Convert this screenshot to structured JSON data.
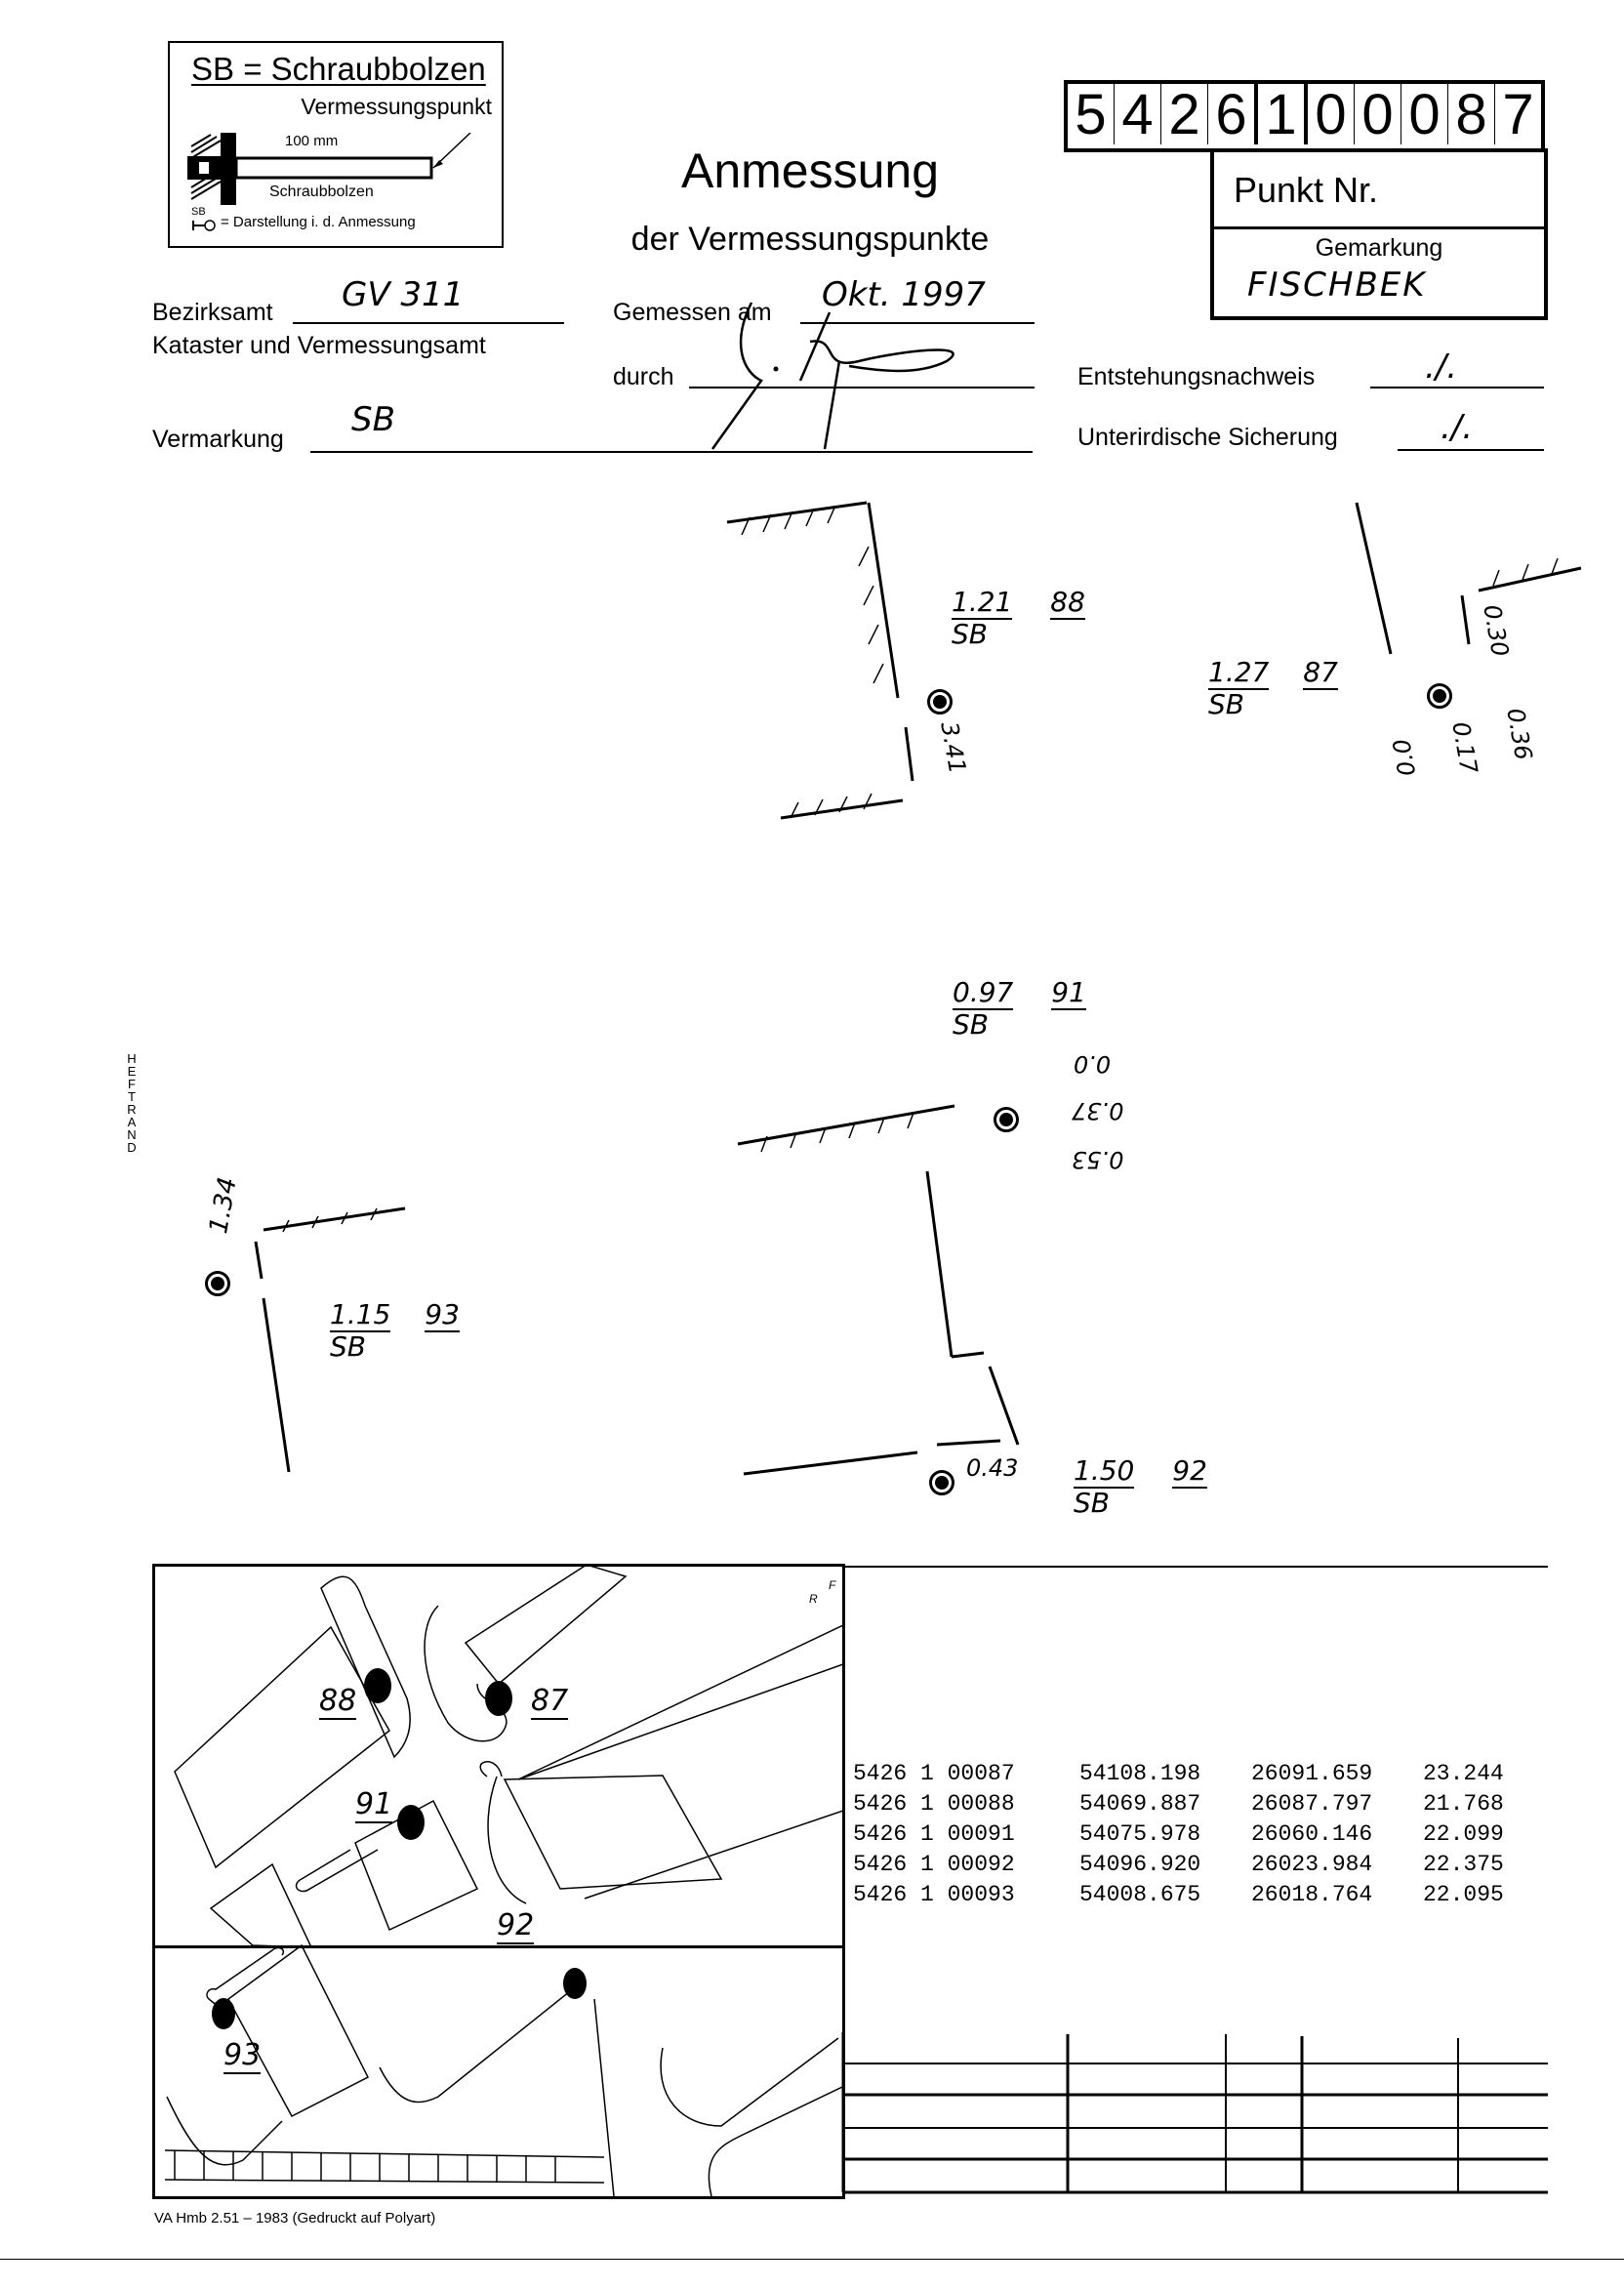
{
  "legend": {
    "title": "SB = Schraubbolzen",
    "subtitle": "Vermessungspunkt",
    "dimension": "100 mm",
    "bolt_label": "Schraubbolzen",
    "symbol_abbr": "SB",
    "symbol_meaning": "= Darstellung i. d. Anmessung"
  },
  "header": {
    "title": "Anmessung",
    "subtitle": "der Vermessungspunkte",
    "punkt_digits": [
      "5",
      "4",
      "2",
      "6",
      "1",
      "0",
      "0",
      "0",
      "8",
      "7"
    ],
    "punkt_label": "Punkt Nr.",
    "gemarkung_label": "Gemarkung",
    "gemarkung_value": "FISCHBEK"
  },
  "fields": {
    "bezirksamt_label": "Bezirksamt",
    "bezirksamt_value": "GV 311",
    "kataster_label": "Kataster und Vermessungsamt",
    "gemessen_label": "Gemessen am",
    "gemessen_value": "Okt. 1997",
    "durch_label": "durch",
    "durch_value": "(signature)",
    "vermarkung_label": "Vermarkung",
    "vermarkung_value": "SB",
    "entstehung_label": "Entstehungsnachweis",
    "entstehung_value": "./.",
    "sicherung_label": "Unterirdische Sicherung",
    "sicherung_value": "./."
  },
  "sketches": [
    {
      "point": "88",
      "height": "1.21",
      "type": "SB",
      "distances": [
        "3.41"
      ]
    },
    {
      "point": "87",
      "height": "1.27",
      "type": "SB",
      "distances": [
        "0.30",
        "0.0",
        "0.17",
        "0.36"
      ]
    },
    {
      "point": "91",
      "height": "0.97",
      "type": "SB",
      "distances": [
        "0.0",
        "0.37",
        "0.53"
      ]
    },
    {
      "point": "93",
      "height": "1.15",
      "type": "SB",
      "distances": [
        "1.34"
      ]
    },
    {
      "point": "92",
      "height": "1.50",
      "type": "SB",
      "distances": [
        "0.43"
      ]
    }
  ],
  "margin_label": "HEFTRAND",
  "map": {
    "labels": [
      "88",
      "87",
      "91",
      "92",
      "93"
    ],
    "corner_letters": [
      "R",
      "F"
    ]
  },
  "coordinates": [
    {
      "id": "5426 1 00087",
      "x": "54108.198",
      "y": "26091.659",
      "h": "23.244"
    },
    {
      "id": "5426 1 00088",
      "x": "54069.887",
      "y": "26087.797",
      "h": "21.768"
    },
    {
      "id": "5426 1 00091",
      "x": "54075.978",
      "y": "26060.146",
      "h": "22.099"
    },
    {
      "id": "5426 1 00092",
      "x": "54096.920",
      "y": "26023.984",
      "h": "22.375"
    },
    {
      "id": "5426 1 00093",
      "x": "54008.675",
      "y": "26018.764",
      "h": "22.095"
    }
  ],
  "footer": "VA Hmb 2.51 – 1983 (Gedruckt auf Polyart)"
}
